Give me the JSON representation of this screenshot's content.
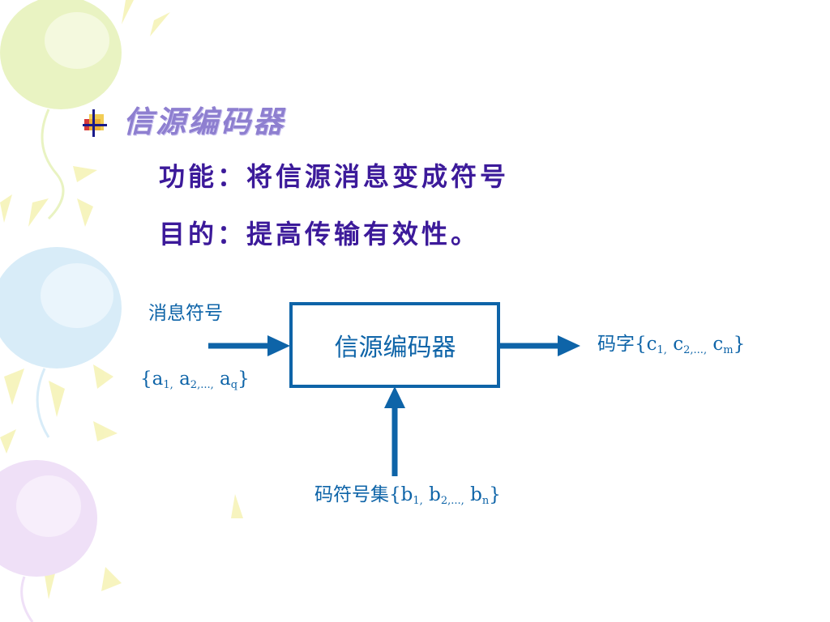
{
  "slide": {
    "title": "信源编码器",
    "line1": "功能：将信源消息变成符号",
    "line2": "目的：提高传输有效性。"
  },
  "diagram": {
    "box_label": "信源编码器",
    "input_label": "消息符号",
    "input_set": {
      "open": "{",
      "items": [
        {
          "base": "a",
          "sub": "1,"
        },
        {
          "base": " a",
          "sub": "2,...,"
        },
        {
          "base": " a",
          "sub": "q"
        }
      ],
      "close": "}"
    },
    "output_prefix": "码字",
    "output_set": {
      "open": "{",
      "items": [
        {
          "base": "c",
          "sub": "1,"
        },
        {
          "base": " c",
          "sub": "2,...,"
        },
        {
          "base": " c",
          "sub": "m"
        }
      ],
      "close": "}"
    },
    "alphabet_prefix": "码符号集",
    "alphabet_set": {
      "open": "{",
      "items": [
        {
          "base": "b",
          "sub": "1,"
        },
        {
          "base": " b",
          "sub": "2,...,"
        },
        {
          "base": " b",
          "sub": "n"
        }
      ],
      "close": "}"
    }
  },
  "colors": {
    "diagram": "#0e64a8",
    "title": "#8e7fd0",
    "body_text": "#3c1a9a"
  }
}
